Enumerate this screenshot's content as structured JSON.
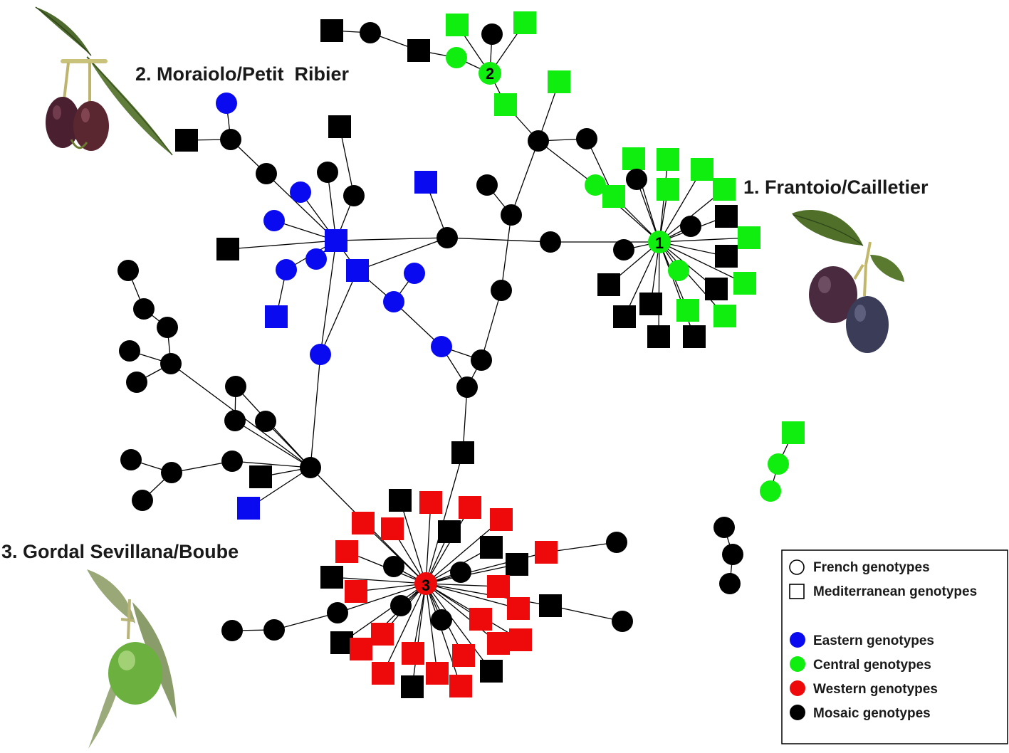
{
  "colors": {
    "eastern": "#0a0af0",
    "central": "#10ee10",
    "western": "#ee0a0a",
    "mosaic": "#000000"
  },
  "cluster_labels": {
    "cluster_1": "1. Frantoio/Cailletier",
    "cluster_2": "2. Moraiolo/Petit  Ribier",
    "cluster_3": "3. Gordal Sevillana/Boube"
  },
  "hub_labels": {
    "hub_1": "1",
    "hub_2": "2",
    "hub_3": "3"
  },
  "legend": {
    "shapes": [
      {
        "shape": "circle",
        "label": "French genotypes"
      },
      {
        "shape": "square",
        "label": "Mediterranean genotypes"
      }
    ],
    "groups": [
      {
        "color_key": "eastern",
        "label": "Eastern genotypes"
      },
      {
        "color_key": "central",
        "label": "Central genotypes"
      },
      {
        "color_key": "western",
        "label": "Western genotypes"
      },
      {
        "color_key": "mosaic",
        "label": "Mosaic genotypes"
      }
    ]
  },
  "illustrations": [
    {
      "icon": "olive-branch-dark-red-icon"
    },
    {
      "icon": "olive-branch-purple-icon"
    },
    {
      "icon": "olive-branch-green-icon"
    }
  ]
}
